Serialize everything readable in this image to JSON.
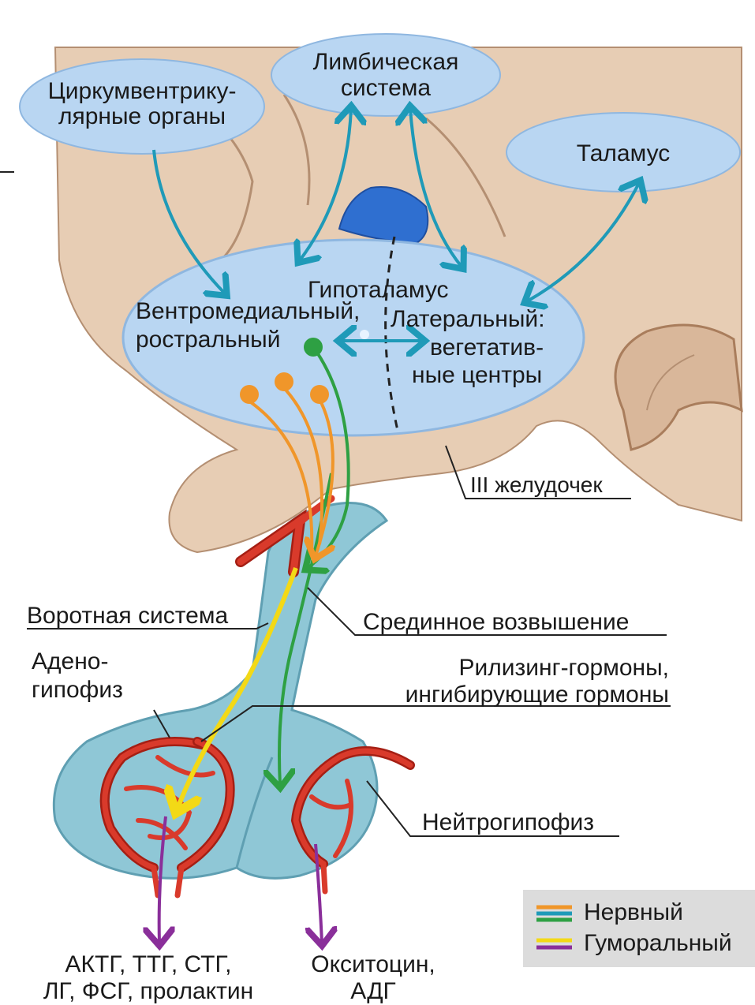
{
  "colors": {
    "tissue": "#e7cdb4",
    "tissue_dark": "#c9a98a",
    "tissue_shadow": "#b48f72",
    "oval": "#b9d6f2",
    "oval_edge": "#8fb7e0",
    "pituitary": "#8fc7d6",
    "pituitary_edge": "#5f9fb2",
    "ventricle": "#2f6fd0",
    "vessel": "#d93a2b",
    "vessel_edge": "#a51f14",
    "nerve_teal": "#1f9ab8",
    "nerve_orange": "#f0962a",
    "nerve_green": "#2ea043",
    "humoral_yellow": "#f3d916",
    "humoral_purple": "#8a2f9a",
    "legend_bg": "#dcdcdc"
  },
  "labels": {
    "circumventricular": [
      "Циркумвентрику-",
      "лярные органы"
    ],
    "limbic": [
      "Лимбическая",
      "система"
    ],
    "thalamus": "Таламус",
    "hypothalamus": "Гипоталамус",
    "ventromedial": [
      "Вентромедиальный,",
      "ростральный"
    ],
    "lateral": [
      "Латеральный:",
      "вегетатив-",
      "ные центры"
    ],
    "third_ventricle": "III желудочек",
    "portal_system": "Воротная система",
    "median_eminence": "Срединное возвышение",
    "adenohypophysis": [
      "Адено-",
      "гипофиз"
    ],
    "releasing_hormones": [
      "Рилизинг-гормоны,",
      "ингибирующие гормоны"
    ],
    "neurohypophysis": "Нейтрогипофиз",
    "adeno_hormones": [
      "АКТГ, ТТГ, СТГ,",
      "ЛГ, ФСГ, пролактин"
    ],
    "neuro_hormones": [
      "Окситоцин,",
      "АДГ"
    ]
  },
  "legend": {
    "nervous": "Нервный",
    "humoral": "Гуморальный"
  }
}
